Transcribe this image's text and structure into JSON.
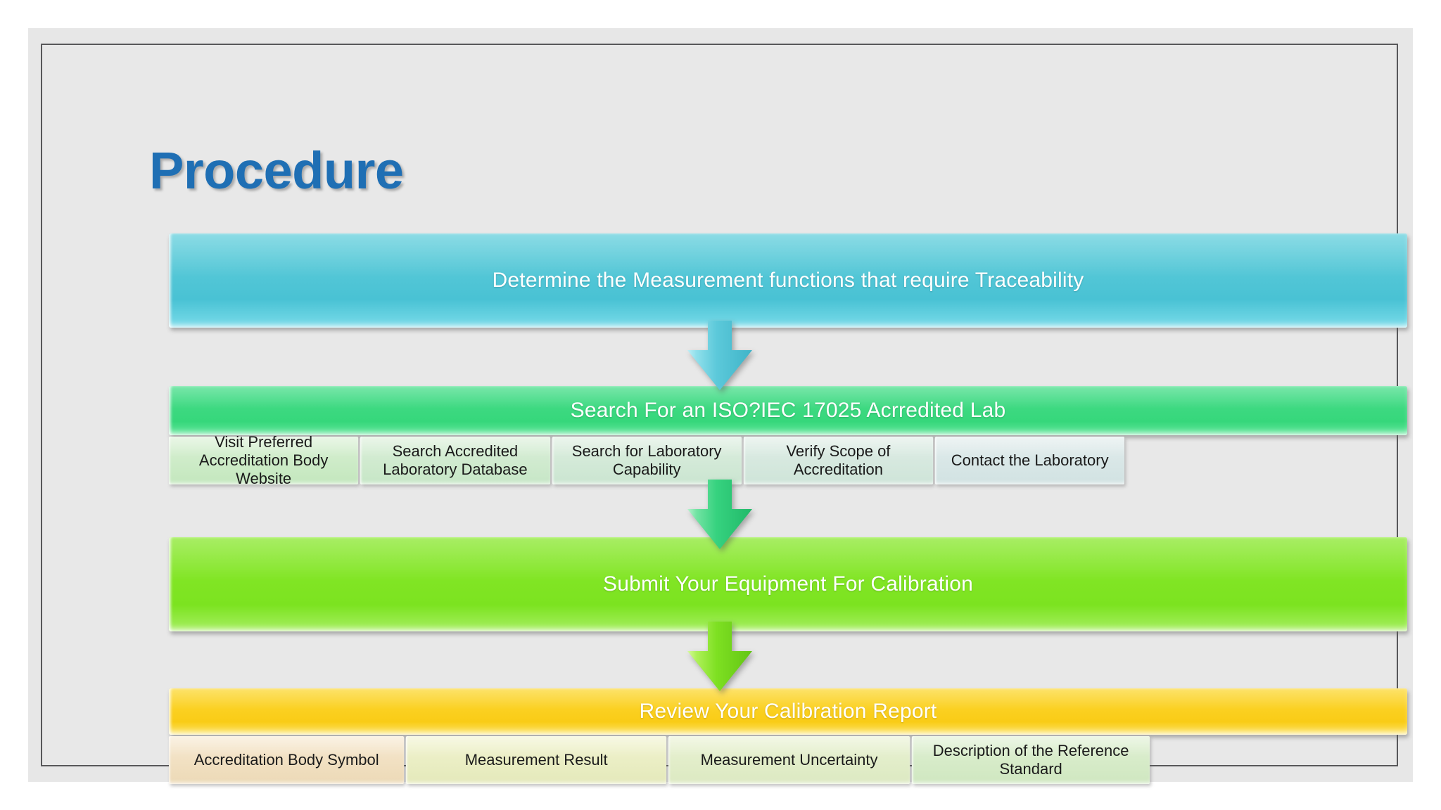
{
  "slide": {
    "title": "Procedure",
    "title_color": "#1f6fb4",
    "background_color": "#e8e8e8"
  },
  "stages": [
    {
      "id": "determine-measurement-functions",
      "banner_label": "Determine the Measurement functions that require Traceability",
      "banner_color": "#52c6d6",
      "text_color": "#ffffff",
      "sub_boxes": []
    },
    {
      "id": "search-accredited-lab",
      "banner_label": "Search For an ISO?IEC 17025 Acrredited Lab",
      "banner_color": "#3dd981",
      "text_color": "#ffffff",
      "sub_boxes": [
        {
          "label": "Visit Preferred Accreditation Body Website",
          "color": "#cdebc8",
          "width_pct": 15.3
        },
        {
          "label": "Search Accredited Laboratory Database",
          "color": "#d0e9cf",
          "width_pct": 15.3
        },
        {
          "label": "Search for Laboratory Capability",
          "color": "#d3e8d8",
          "width_pct": 15.3
        },
        {
          "label": "Verify Scope of Accreditation",
          "color": "#d6e7de",
          "width_pct": 15.3
        },
        {
          "label": "Contact the Laboratory",
          "color": "#d8e5e3",
          "width_pct": 15.3
        }
      ]
    },
    {
      "id": "submit-equipment-for-calibration",
      "banner_label": "Submit Your Equipment For Calibration",
      "banner_color": "#81e524",
      "text_color": "#ffffff",
      "sub_boxes": []
    },
    {
      "id": "review-calibration-report",
      "banner_label": "Review Your Calibration Report",
      "banner_color": "#fbd021",
      "text_color": "#ffffff",
      "sub_boxes": [
        {
          "label": "Accreditation Body Symbol",
          "color": "#f0ddc0",
          "width_pct": 19.0
        },
        {
          "label": "Measurement Result",
          "color": "#eaeec5",
          "width_pct": 19.0
        },
        {
          "label": "Measurement Uncertainty",
          "color": "#e3eecb",
          "width_pct": 19.0
        },
        {
          "label": "Description of the Reference Standard",
          "color": "#d7ebcb",
          "width_pct": 19.0
        }
      ]
    }
  ],
  "arrows": [
    {
      "id": "arrow-determine-to-search",
      "icon": "arrow-down-icon",
      "color": "#55c4d4"
    },
    {
      "id": "arrow-search-to-submit",
      "icon": "arrow-down-icon",
      "color": "#36cd80"
    },
    {
      "id": "arrow-submit-to-review",
      "icon": "arrow-down-icon",
      "color": "#79e022"
    }
  ]
}
